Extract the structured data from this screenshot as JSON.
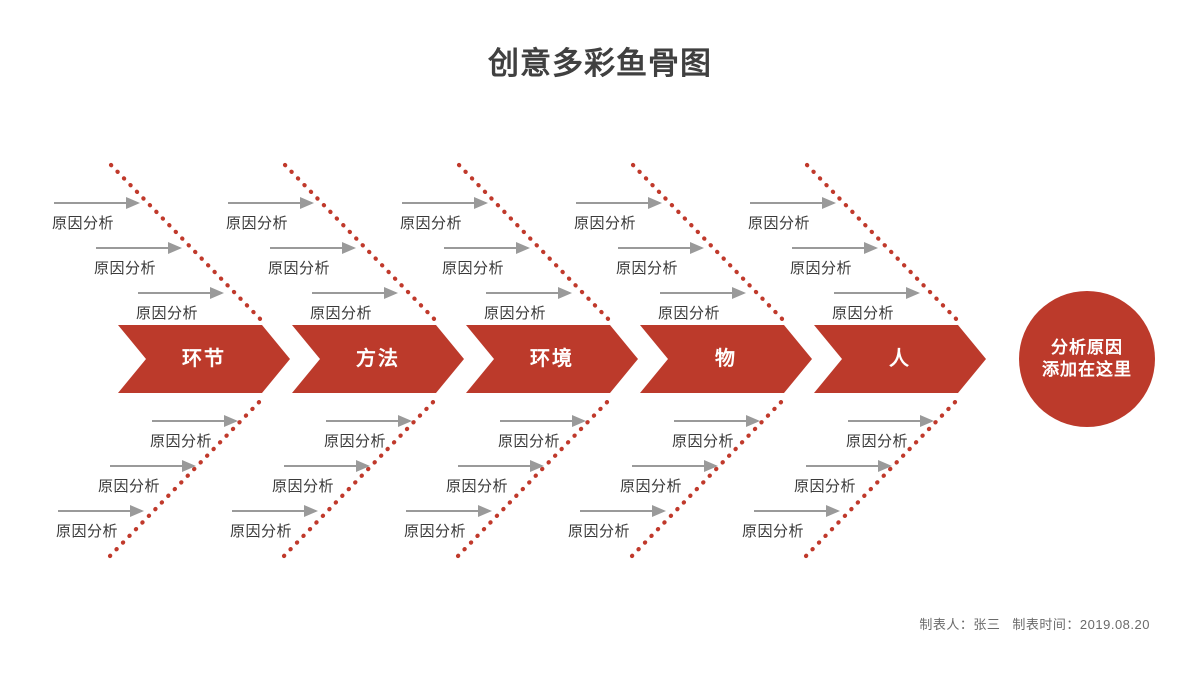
{
  "title": "创意多彩鱼骨图",
  "theme": {
    "accent": "#BC3A2B",
    "dotted_line": "#C0392B",
    "arrow_gray": "#9a9a9a",
    "text_dark": "#3a3a3a",
    "title_color": "#404040",
    "background": "#ffffff"
  },
  "head": {
    "line1": "分析原因",
    "line2": "添加在这里"
  },
  "spine": {
    "categories": [
      {
        "label": "环节"
      },
      {
        "label": "方法"
      },
      {
        "label": "环境"
      },
      {
        "label": "物"
      },
      {
        "label": "人"
      }
    ]
  },
  "branches": {
    "cause_label": "原因分析",
    "top": [
      {
        "category": "环节",
        "causes": [
          "原因分析",
          "原因分析",
          "原因分析"
        ]
      },
      {
        "category": "方法",
        "causes": [
          "原因分析",
          "原因分析",
          "原因分析"
        ]
      },
      {
        "category": "环境",
        "causes": [
          "原因分析",
          "原因分析",
          "原因分析"
        ]
      },
      {
        "category": "物",
        "causes": [
          "原因分析",
          "原因分析",
          "原因分析"
        ]
      },
      {
        "category": "人",
        "causes": [
          "原因分析",
          "原因分析",
          "原因分析"
        ]
      }
    ],
    "bottom": [
      {
        "category": "环节",
        "causes": [
          "原因分析",
          "原因分析",
          "原因分析"
        ]
      },
      {
        "category": "方法",
        "causes": [
          "原因分析",
          "原因分析",
          "原因分析"
        ]
      },
      {
        "category": "环境",
        "causes": [
          "原因分析",
          "原因分析",
          "原因分析"
        ]
      },
      {
        "category": "物",
        "causes": [
          "原因分析",
          "原因分析",
          "原因分析"
        ]
      },
      {
        "category": "人",
        "causes": [
          "原因分析",
          "原因分析",
          "原因分析"
        ]
      }
    ]
  },
  "footer": {
    "author_label": "制表人：",
    "author": "张三",
    "date_label": "制表时间：",
    "date": "2019.08.20"
  }
}
